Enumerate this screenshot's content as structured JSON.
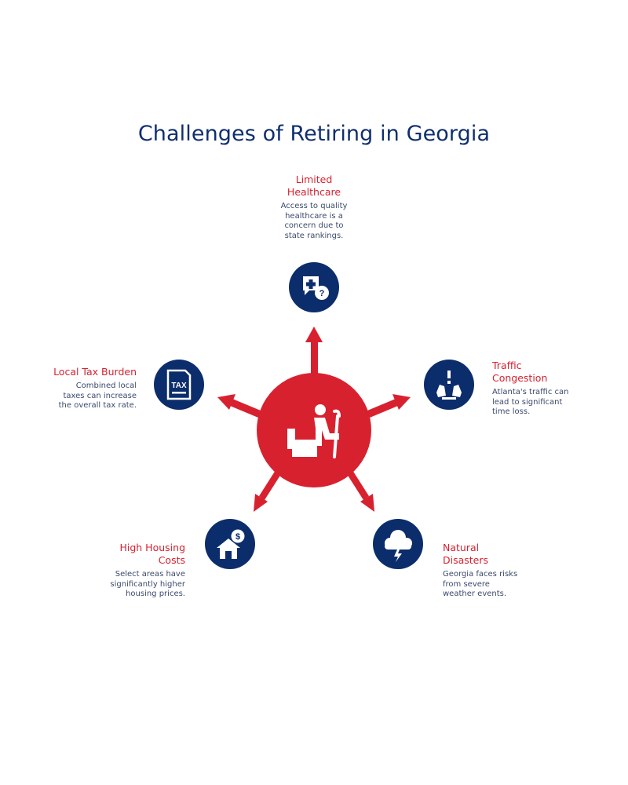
{
  "title": "Challenges of Retiring in Georgia",
  "colors": {
    "accent": "#d8212f",
    "node": "#0c2d6b",
    "title": "#0f2f6e",
    "text": "#3b4a6b"
  },
  "center": {
    "icon": "elderly-person-with-cane-icon"
  },
  "items": [
    {
      "label": "Limited Healthcare",
      "label_lines": [
        "Limited",
        "Healthcare"
      ],
      "description": "Access to quality healthcare is a concern due to state rankings.",
      "desc_lines": [
        "Access to quality",
        "healthcare is a",
        "concern due to",
        "state rankings."
      ],
      "icon": "medical-question-icon"
    },
    {
      "label": "Traffic Congestion",
      "label_lines": [
        "Traffic",
        "Congestion"
      ],
      "description": "Atlanta's traffic can lead to significant time loss.",
      "desc_lines": [
        "Atlanta's traffic can",
        "lead to significant",
        "time loss."
      ],
      "icon": "car-collision-icon"
    },
    {
      "label": "Natural Disasters",
      "label_lines": [
        "Natural",
        "Disasters"
      ],
      "description": "Georgia faces risks from severe weather events.",
      "desc_lines": [
        "Georgia faces risks",
        "from severe",
        "weather events."
      ],
      "icon": "storm-cloud-icon"
    },
    {
      "label": "High Housing Costs",
      "label_lines": [
        "High Housing",
        "Costs"
      ],
      "description": "Select areas have significantly higher housing prices.",
      "desc_lines": [
        "Select areas have",
        "significantly higher",
        "housing prices."
      ],
      "icon": "house-dollar-icon"
    },
    {
      "label": "Local Tax Burden",
      "label_lines": [
        "Local Tax Burden"
      ],
      "description": "Combined local taxes can increase the overall tax rate.",
      "desc_lines": [
        "Combined local",
        "taxes can increase",
        "the overall tax rate."
      ],
      "icon": "tax-document-icon"
    }
  ]
}
